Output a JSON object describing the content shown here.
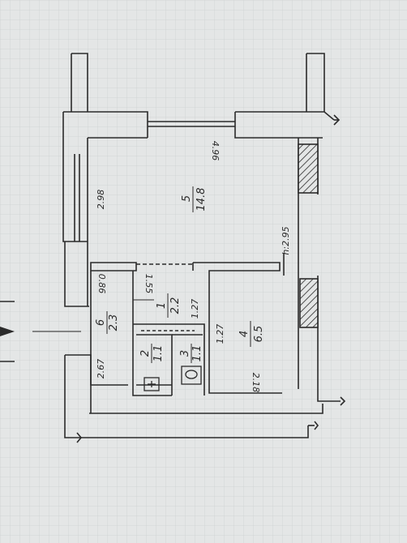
{
  "plan": {
    "rooms": [
      {
        "number": "5",
        "area": "14.8",
        "width": "4.96",
        "height": "2.98"
      },
      {
        "number": "4",
        "area": "6.5",
        "width": "2.18",
        "height": "1.27"
      },
      {
        "number": "1",
        "area": "2.2",
        "width": "1.55",
        "height": "1.27"
      },
      {
        "number": "6",
        "area": "2.3",
        "width": "0.86",
        "height": "2.67"
      },
      {
        "number": "2",
        "area": "1.1"
      },
      {
        "number": "3",
        "area": "1.1"
      }
    ],
    "ceiling_height": "h:2.95",
    "colors": {
      "background": "#e4e6e6",
      "grid": "#d2d5d5",
      "line": "#2b2b2b"
    }
  }
}
